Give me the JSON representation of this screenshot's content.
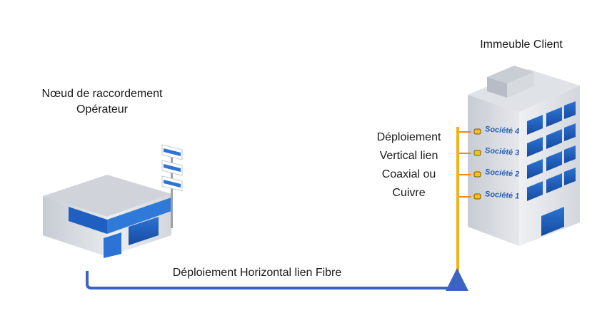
{
  "node": {
    "line1": "Nœud de raccordement",
    "line2": "Opérateur"
  },
  "building": {
    "title": "Immeuble Client"
  },
  "vertical": {
    "line1": "Déploiement",
    "line2": "Vertical lien",
    "line3": "Coaxial ou",
    "line4": "Cuivre"
  },
  "horizontal": {
    "label": "Déploiement Horizontal lien Fibre"
  },
  "companies": [
    "Société 4",
    "Société 3",
    "Société 2",
    "Société 1"
  ],
  "colors": {
    "fiber": "#3a63c4",
    "copper": "#f4b21a",
    "building_blue": "#1f5fbf",
    "building_gray": "#d9dde3"
  }
}
